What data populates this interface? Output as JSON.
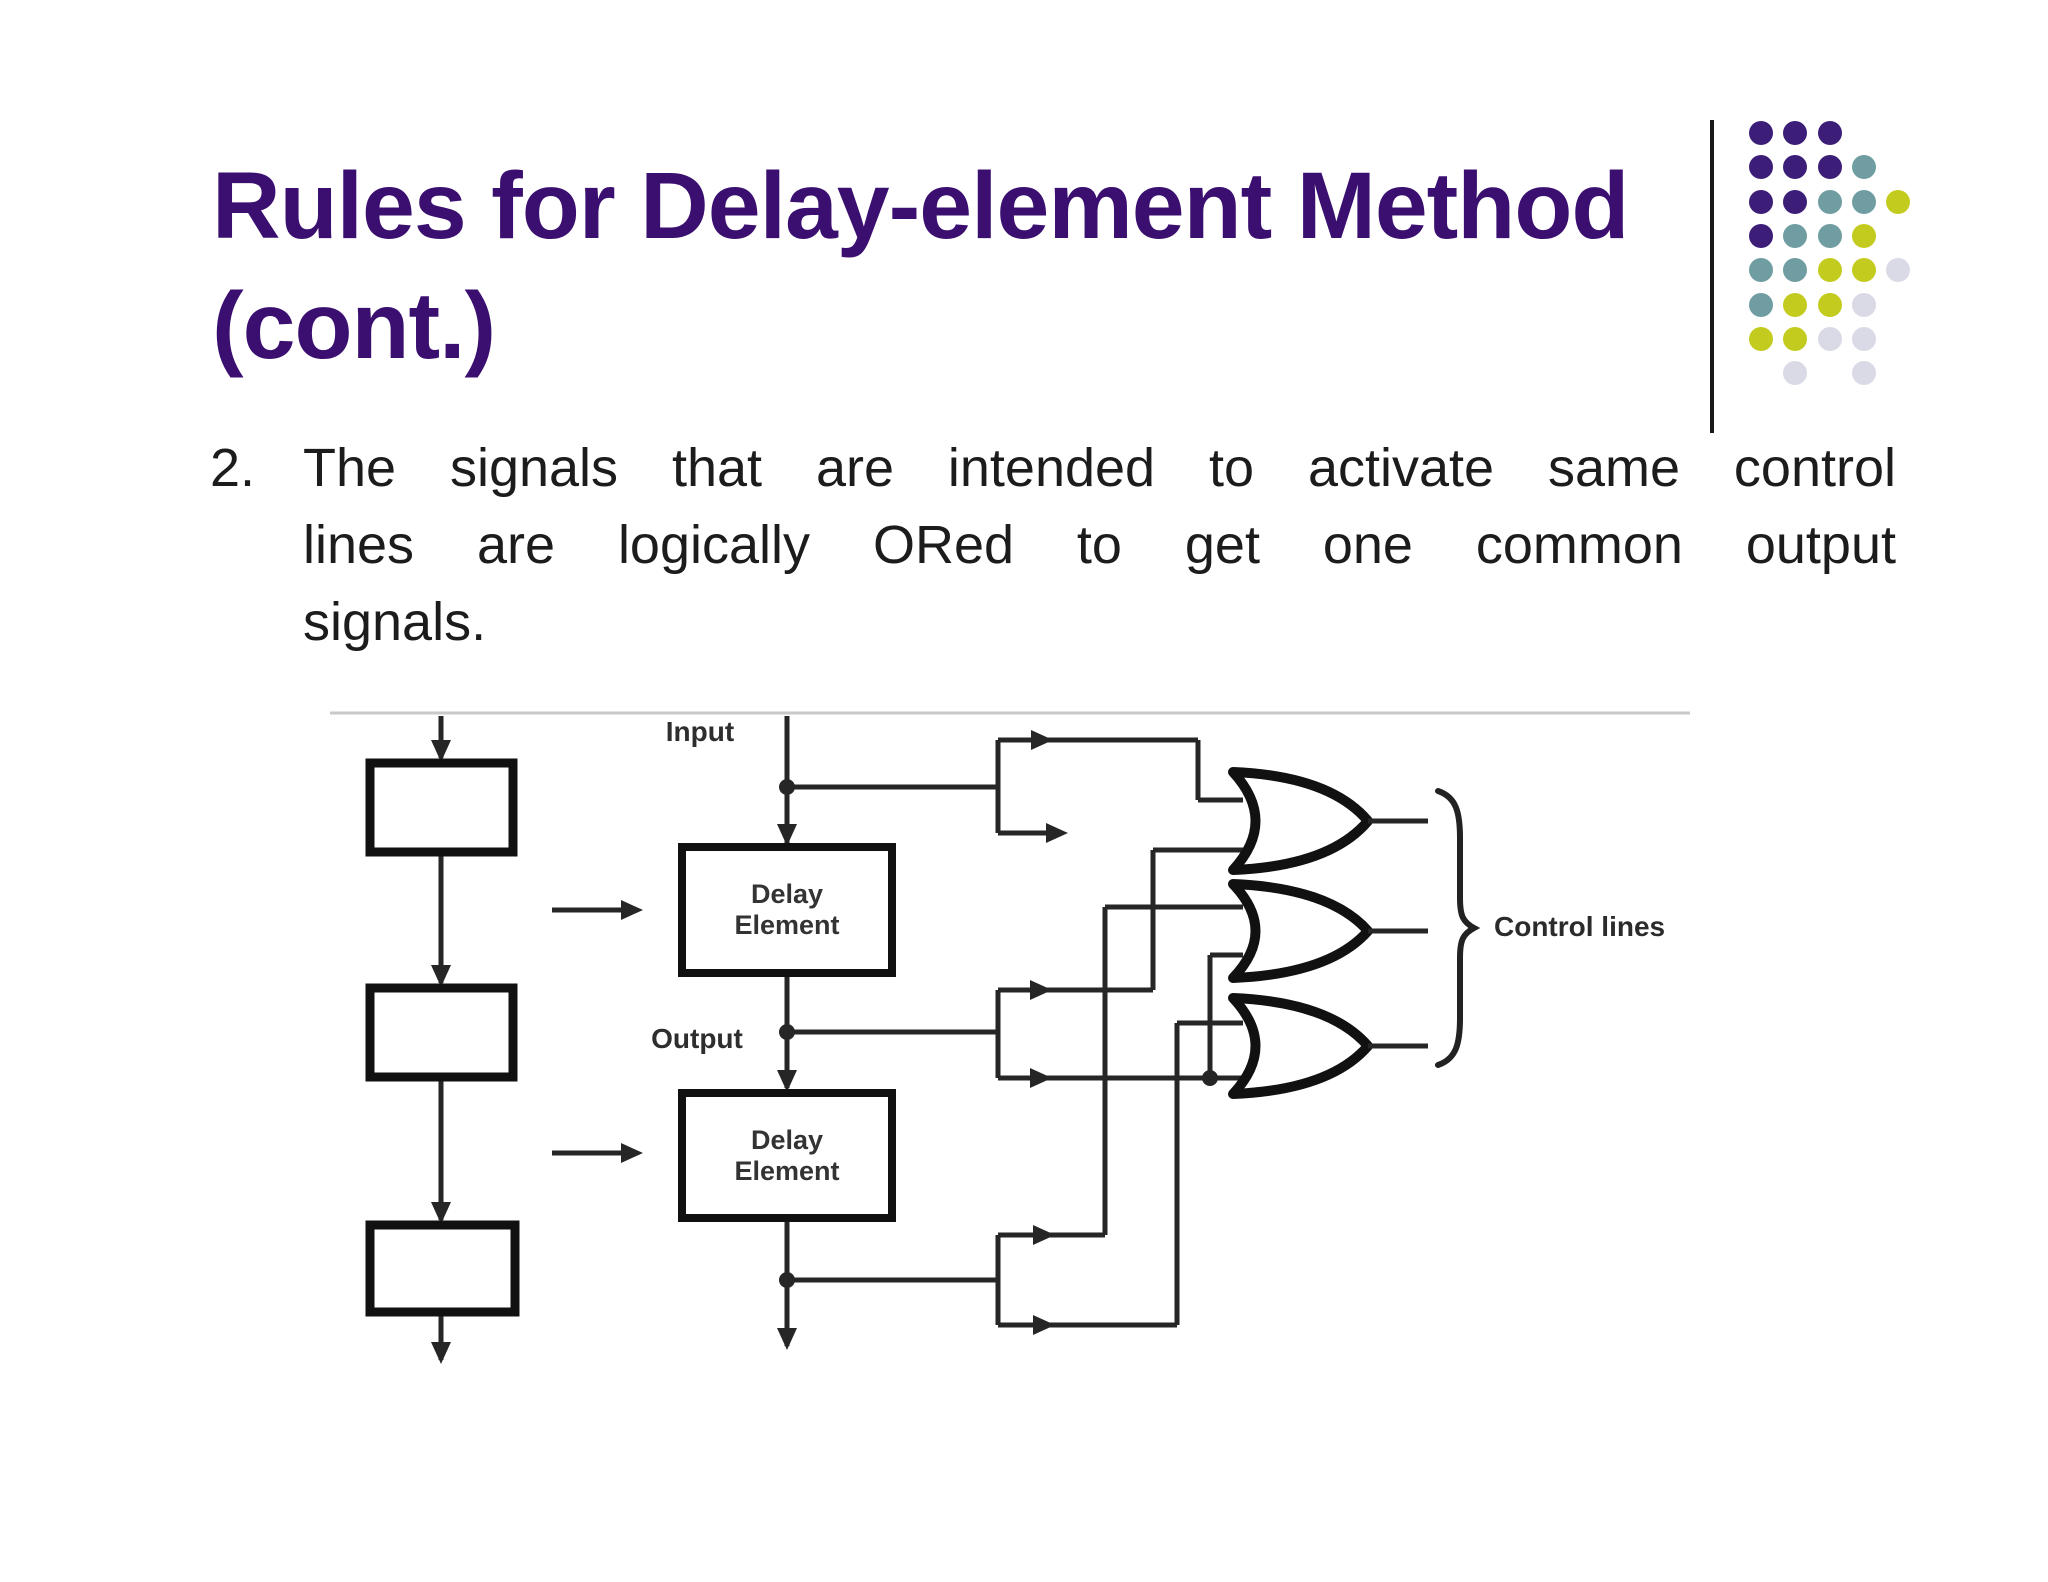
{
  "slide": {
    "title": {
      "line1": "Rules for Delay-element Method",
      "line2": "(cont.)",
      "color": "#3a0f70"
    },
    "body": {
      "number": "2.",
      "lines": [
        "The signals that are intended to activate same control",
        "lines are logically ORed to get one common output",
        "signals."
      ]
    },
    "decoration": {
      "dot_colors": {
        "P": "#3c1e78",
        "T": "#6f9da1",
        "Y": "#c3cc1e",
        "G": "#d9dae6"
      },
      "dot_rows": [
        "PPP",
        "PPPT",
        "PPTTY",
        "PTTY",
        "TTYYG",
        "TYYG",
        "YYGG",
        ".G.G"
      ]
    },
    "figure": {
      "input_label": "Input",
      "output_label": "Output",
      "delay1": {
        "line1": "Delay",
        "line2": "Element"
      },
      "delay2": {
        "line1": "Delay",
        "line2": "Element"
      },
      "control_lines_label": "Control lines",
      "ink_color": "#262626"
    }
  }
}
